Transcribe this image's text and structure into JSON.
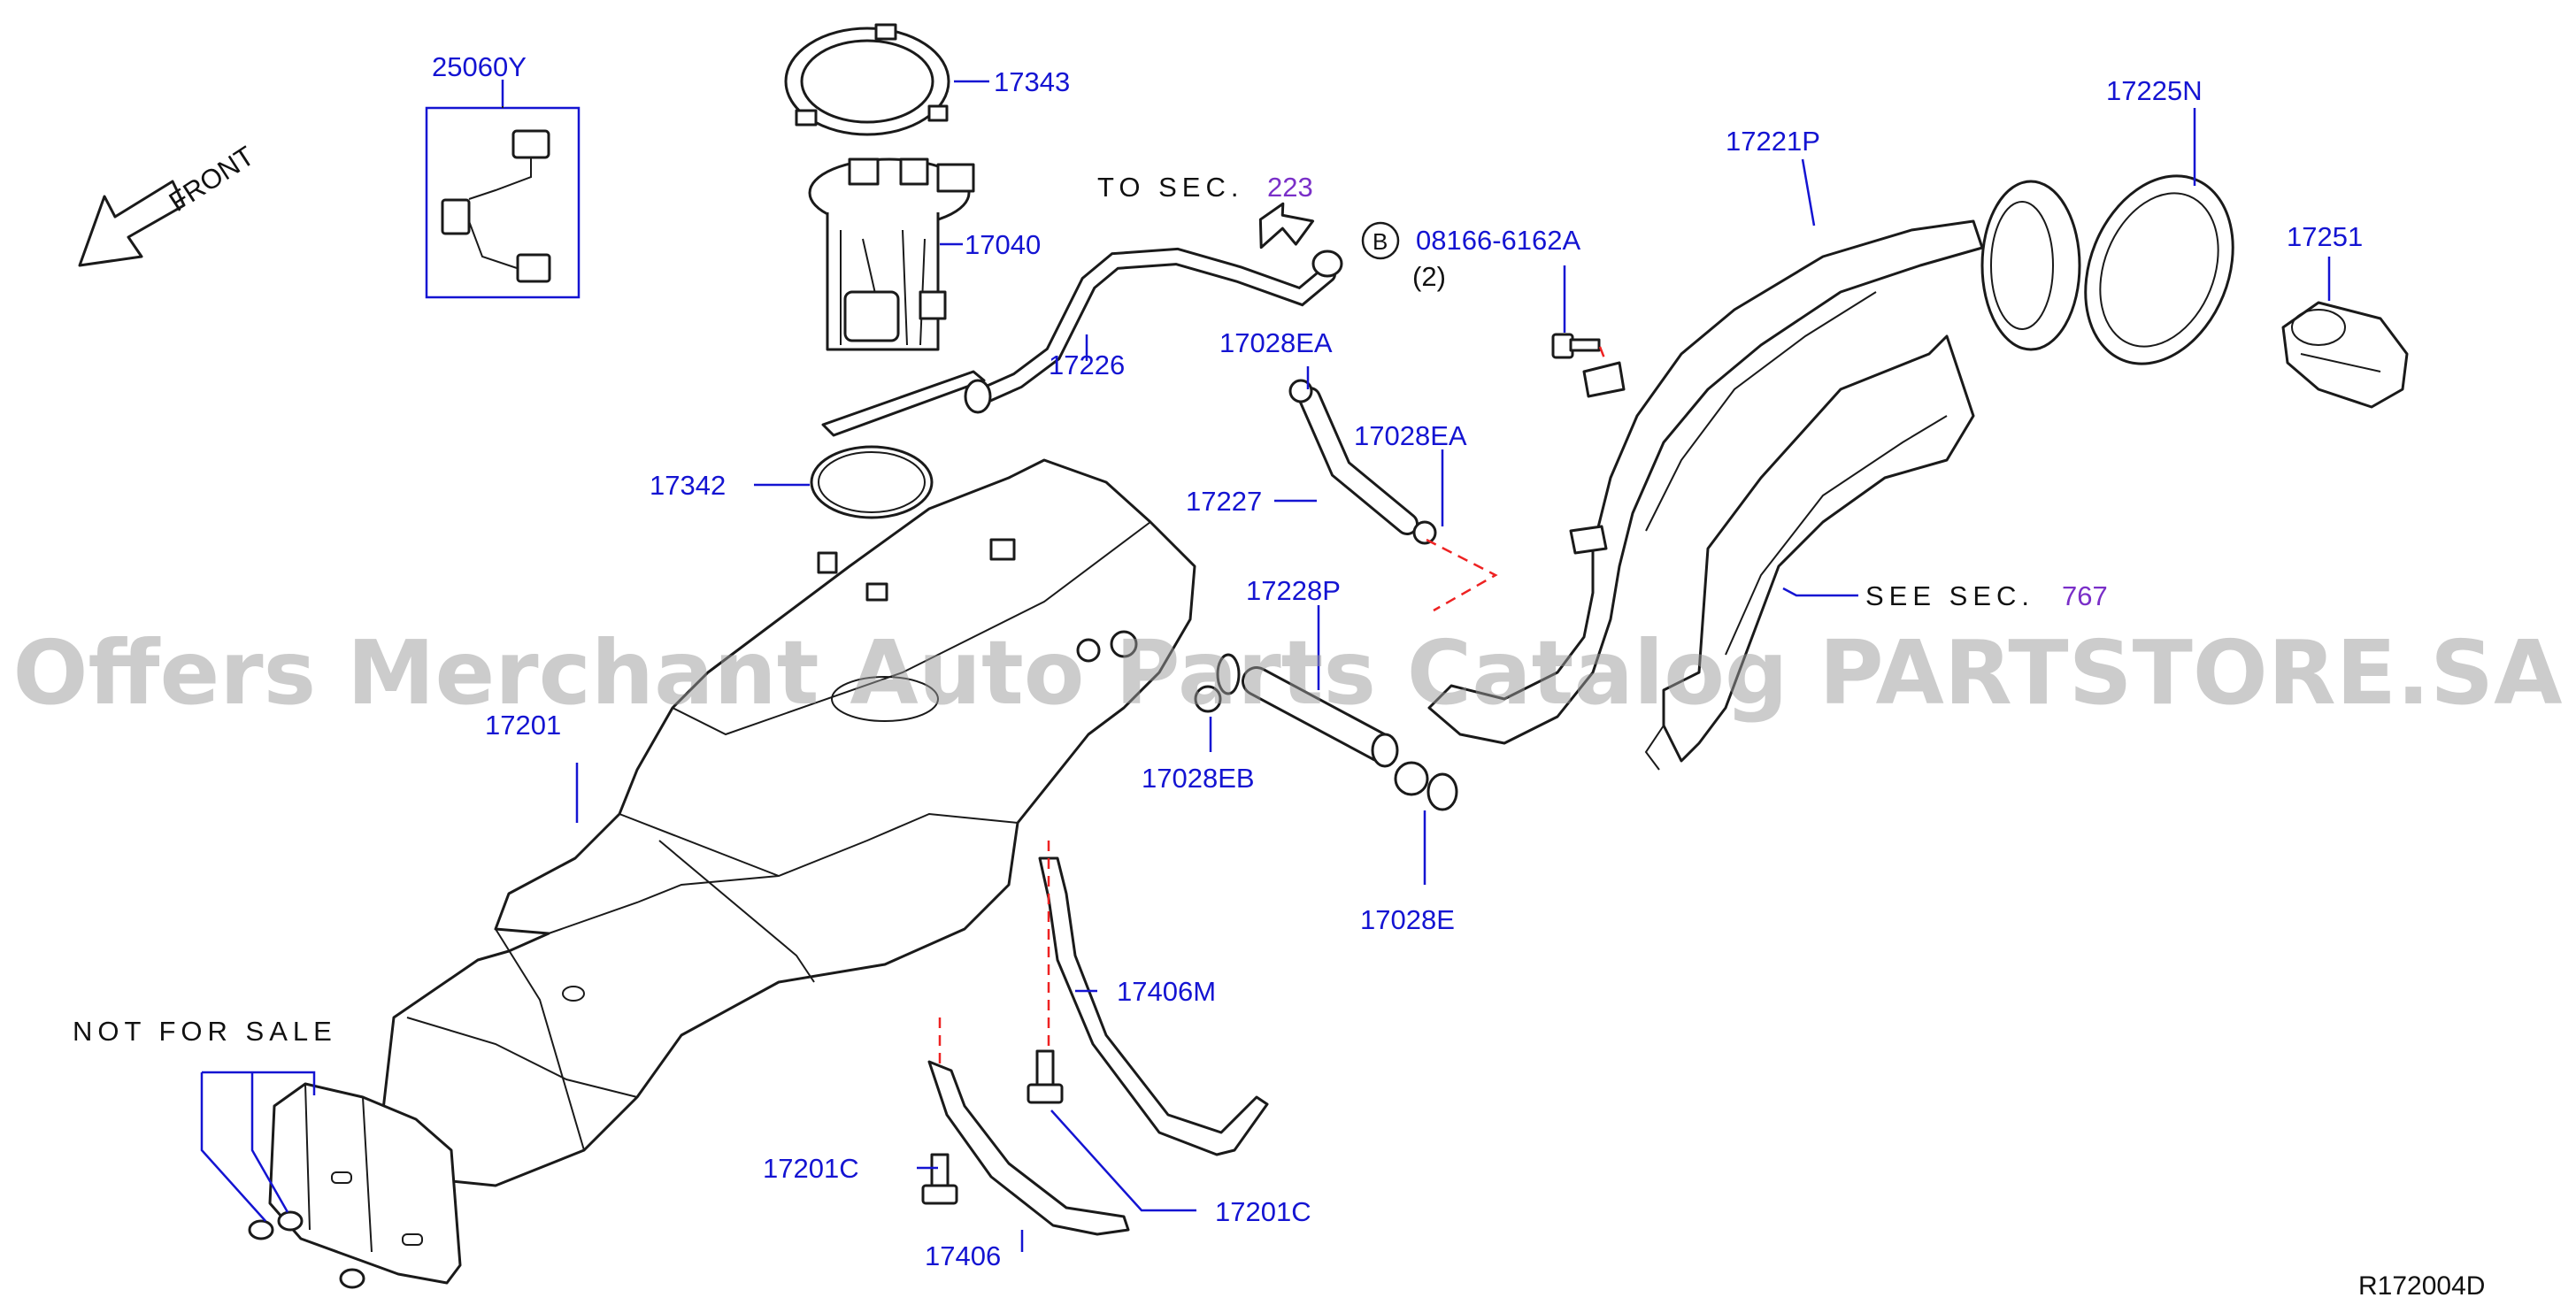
{
  "diagram_code": "R172004D",
  "watermark": "Offers Merchant Auto Parts Catalog PARTSTORE.SA",
  "front_label": "FRONT",
  "not_for_sale": "NOT  FOR  SALE",
  "to_sec": {
    "prefix": "TO  SEC.",
    "number": "223"
  },
  "see_sec": {
    "prefix": "SEE  SEC.",
    "number": "767"
  },
  "bolt_ref": {
    "letter": "B",
    "part_no": "08166-6162A",
    "qty": "(2)"
  },
  "parts": [
    {
      "id": "25060Y"
    },
    {
      "id": "17343"
    },
    {
      "id": "17040"
    },
    {
      "id": "17226"
    },
    {
      "id": "17342"
    },
    {
      "id": "17028EA"
    },
    {
      "id": "17028EA"
    },
    {
      "id": "17227"
    },
    {
      "id": "17228P"
    },
    {
      "id": "17028EB"
    },
    {
      "id": "17028E"
    },
    {
      "id": "17201"
    },
    {
      "id": "17406M"
    },
    {
      "id": "17201C"
    },
    {
      "id": "17201C"
    },
    {
      "id": "17406"
    },
    {
      "id": "17221P"
    },
    {
      "id": "17225N"
    },
    {
      "id": "17251"
    }
  ],
  "colors": {
    "label": "#1414d2",
    "section_link": "#7a2fc8",
    "dash": "#ee2222",
    "line": "#1a1a1a"
  }
}
